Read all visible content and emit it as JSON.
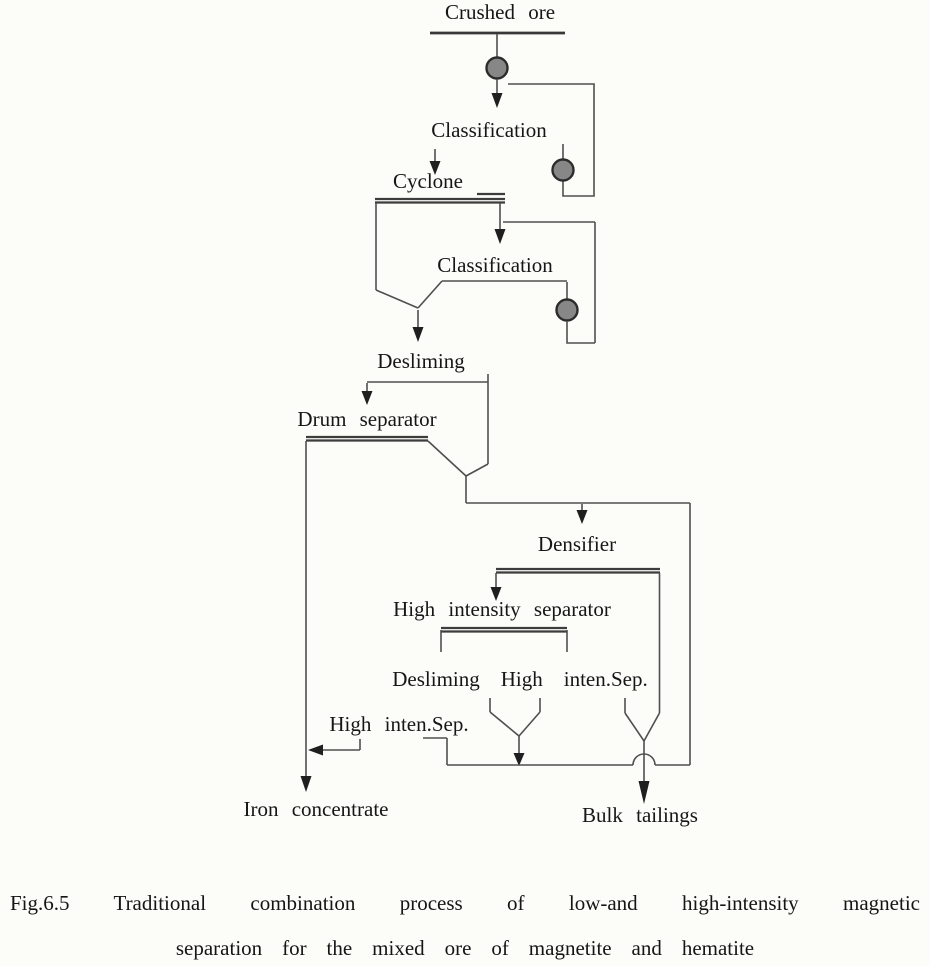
{
  "figure": {
    "labels": {
      "crushed_ore": "Crushed ore",
      "classification_1": "Classification",
      "cyclone": "Cyclone",
      "classification_2": "Classification",
      "desliming": "Desliming",
      "drum_separator": "Drum separator",
      "densifier": "Densifier",
      "high_intensity_separator": "High intensity separator",
      "desliming_high_inten_sep": "Desliming High inten.Sep.",
      "high_inten_sep": "High inten.Sep.",
      "iron_concentrate": "Iron concentrate",
      "bulk_tailings": "Bulk tailings"
    },
    "icons": {
      "pump_icon": "filled gray circle (slurry pump), appears 3 times",
      "flow_arrow_icon": "solid black downward/leftward triangle arrowheads",
      "line_hop_icon": "semicircular hop where tailings line crosses bulk-tailings stream"
    },
    "colors": {
      "flow_line": "#4f4f4f",
      "unit_lid_line": "#3d3d3d",
      "arrowhead": "#1f1f1f",
      "pump_fill": "#878787",
      "pump_stroke": "#2c2c2c",
      "text": "#161616",
      "background": "#fcfcf9"
    }
  },
  "caption": {
    "line1": "Fig.6.5 Traditional combination process of low-and high-intensity magnetic",
    "line2": "separation for the mixed ore of magnetite and hematite"
  }
}
